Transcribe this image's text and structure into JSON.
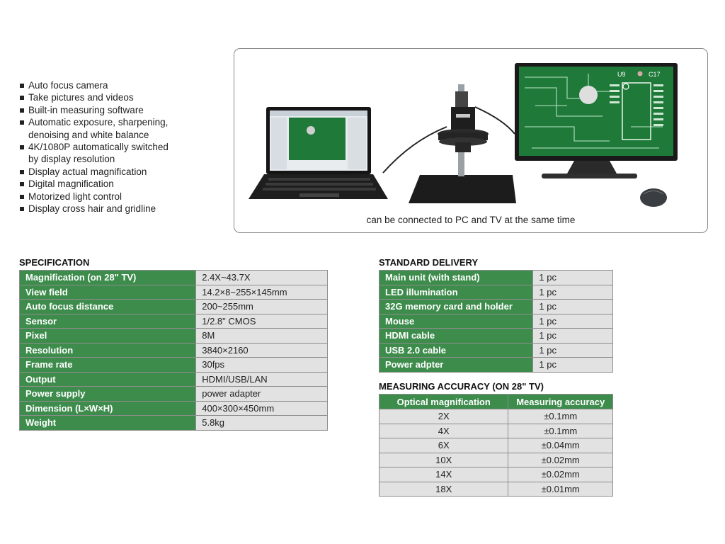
{
  "features": [
    [
      "Auto focus camera"
    ],
    [
      "Take pictures and videos"
    ],
    [
      "Built-in measuring software"
    ],
    [
      "Automatic exposure, sharpening,",
      "denoising and white balance"
    ],
    [
      "4K/1080P automatically switched",
      "by display resolution"
    ],
    [
      "Display actual magnification"
    ],
    [
      "Digital magnification"
    ],
    [
      "Motorized light control"
    ],
    [
      "Display cross hair and gridline"
    ]
  ],
  "photo": {
    "caption": "can be connected to PC and TV at the same time",
    "monitor_label_u9": "U9",
    "monitor_label_c17": "C17"
  },
  "specification": {
    "title": "SPECIFICATION",
    "rows": [
      {
        "k": "Magnification (on 28\" TV)",
        "v": "2.4X~43.7X"
      },
      {
        "k": "View field",
        "v": "14.2×8~255×145mm"
      },
      {
        "k": "Auto focus distance",
        "v": "200~255mm"
      },
      {
        "k": "Sensor",
        "v": "1/2.8\" CMOS"
      },
      {
        "k": "Pixel",
        "v": "8M"
      },
      {
        "k": "Resolution",
        "v": "3840×2160"
      },
      {
        "k": "Frame rate",
        "v": "30fps"
      },
      {
        "k": "Output",
        "v": "HDMI/USB/LAN"
      },
      {
        "k": "Power supply",
        "v": "power adapter"
      },
      {
        "k": "Dimension (L×W×H)",
        "v": "400×300×450mm"
      },
      {
        "k": "Weight",
        "v": "5.8kg"
      }
    ]
  },
  "standard_delivery": {
    "title": "STANDARD DELIVERY",
    "rows": [
      {
        "k": "Main unit (with stand)",
        "v": "1 pc"
      },
      {
        "k": "LED illumination",
        "v": "1 pc"
      },
      {
        "k": "32G memory card and holder",
        "v": "1 pc"
      },
      {
        "k": "Mouse",
        "v": "1 pc"
      },
      {
        "k": "HDMI cable",
        "v": "1 pc"
      },
      {
        "k": "USB 2.0 cable",
        "v": "1 pc"
      },
      {
        "k": "Power adpter",
        "v": "1 pc"
      }
    ]
  },
  "measuring_accuracy": {
    "title": "MEASURING ACCURACY (ON 28\" TV)",
    "headers": [
      "Optical magnification",
      "Measuring accuracy"
    ],
    "rows": [
      [
        "2X",
        "±0.1mm"
      ],
      [
        "4X",
        "±0.1mm"
      ],
      [
        "6X",
        "±0.04mm"
      ],
      [
        "10X",
        "±0.02mm"
      ],
      [
        "14X",
        "±0.02mm"
      ],
      [
        "18X",
        "±0.01mm"
      ]
    ]
  },
  "colors": {
    "header_green": "#3d8c4c",
    "cell_gray": "#e2e2e2",
    "pcb_green": "#1f7a3a"
  }
}
